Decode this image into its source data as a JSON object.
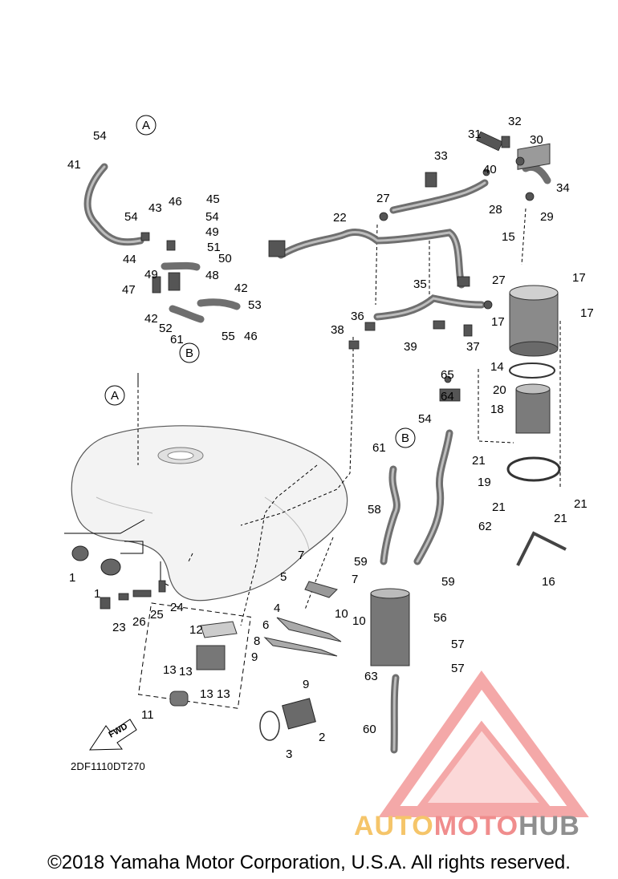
{
  "diagram": {
    "drawing_code": "2DF1110DT270",
    "copyright": "©2018 Yamaha Motor Corporation, U.S.A. All rights reserved.",
    "fwd_label": "FWD",
    "callout_a": "A",
    "callout_b": "B",
    "watermark": {
      "part1": "AUTO",
      "part2": "MOTO",
      "part3": "HUB",
      "colors": {
        "auto": "#f5c56a",
        "moto": "#f08d8d",
        "hub": "#8f8f8f",
        "triangle": "#f39a9a"
      }
    },
    "part_numbers": [
      "54",
      "41",
      "54",
      "43",
      "46",
      "45",
      "54",
      "49",
      "51",
      "50",
      "44",
      "49",
      "48",
      "47",
      "42",
      "53",
      "42",
      "52",
      "61",
      "55",
      "46",
      "33",
      "31",
      "32",
      "30",
      "40",
      "34",
      "27",
      "28",
      "29",
      "22",
      "15",
      "27",
      "17",
      "35",
      "17",
      "36",
      "38",
      "39",
      "37",
      "17",
      "14",
      "20",
      "65",
      "64",
      "18",
      "54",
      "61",
      "21",
      "19",
      "21",
      "21",
      "21",
      "58",
      "62",
      "16",
      "1",
      "1",
      "23",
      "26",
      "25",
      "24",
      "12",
      "7",
      "5",
      "7",
      "4",
      "10",
      "6",
      "10",
      "8",
      "9",
      "9",
      "59",
      "59",
      "56",
      "57",
      "57",
      "63",
      "13",
      "13",
      "13",
      "13",
      "11",
      "2",
      "3",
      "60"
    ]
  }
}
